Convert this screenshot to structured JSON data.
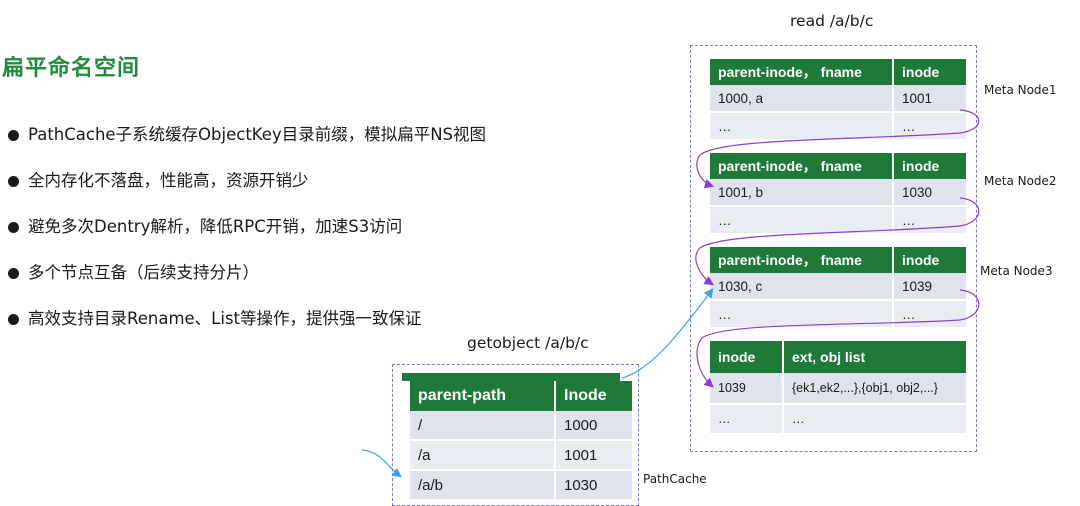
{
  "title": "扁平命名空间",
  "bullets": [
    "PathCache子系统缓存ObjectKey目录前缀，模拟扁平NS视图",
    "全内存化不落盘，性能高，资源开销少",
    "避免多次Dentry解析，降低RPC开销，加速S3访问",
    "多个节点互备（后续支持分片）",
    "高效支持目录Rename、List等操作，提供强一致保证"
  ],
  "read_label": "read /a/b/c",
  "getobject_label": "getobject /a/b/c",
  "pathcache_label": "PathCache",
  "meta_nodes": [
    {
      "label": "Meta Node1",
      "headers": [
        "parent-inode， fname",
        "inode"
      ],
      "rows": [
        [
          "1000, a",
          "1001"
        ],
        [
          "…",
          "…"
        ]
      ]
    },
    {
      "label": "Meta Node2",
      "headers": [
        "parent-inode， fname",
        "inode"
      ],
      "rows": [
        [
          "1001, b",
          "1030"
        ],
        [
          "…",
          "…"
        ]
      ]
    },
    {
      "label": "Meta Node3",
      "headers": [
        "parent-inode， fname",
        "inode"
      ],
      "rows": [
        [
          "1030, c",
          "1039"
        ],
        [
          "…",
          "…"
        ]
      ]
    }
  ],
  "ext_table": {
    "headers": [
      "inode",
      "ext, obj  list"
    ],
    "rows": [
      [
        "1039",
        "{ek1,ek2,...},{obj1, obj2,...}"
      ],
      [
        "…",
        "…"
      ]
    ]
  },
  "path_cache": {
    "headers": [
      "parent-path",
      "Inode"
    ],
    "rows": [
      [
        "/",
        "1000"
      ],
      [
        "/a",
        "1001"
      ],
      [
        "/a/b",
        "1030"
      ]
    ]
  },
  "colors": {
    "title": "#1e8c3a",
    "header": "#1f7a3a",
    "cell": "#dfe3ee",
    "arrow": "#8a3fd1",
    "arrow_cyan": "#3aa6d9"
  }
}
